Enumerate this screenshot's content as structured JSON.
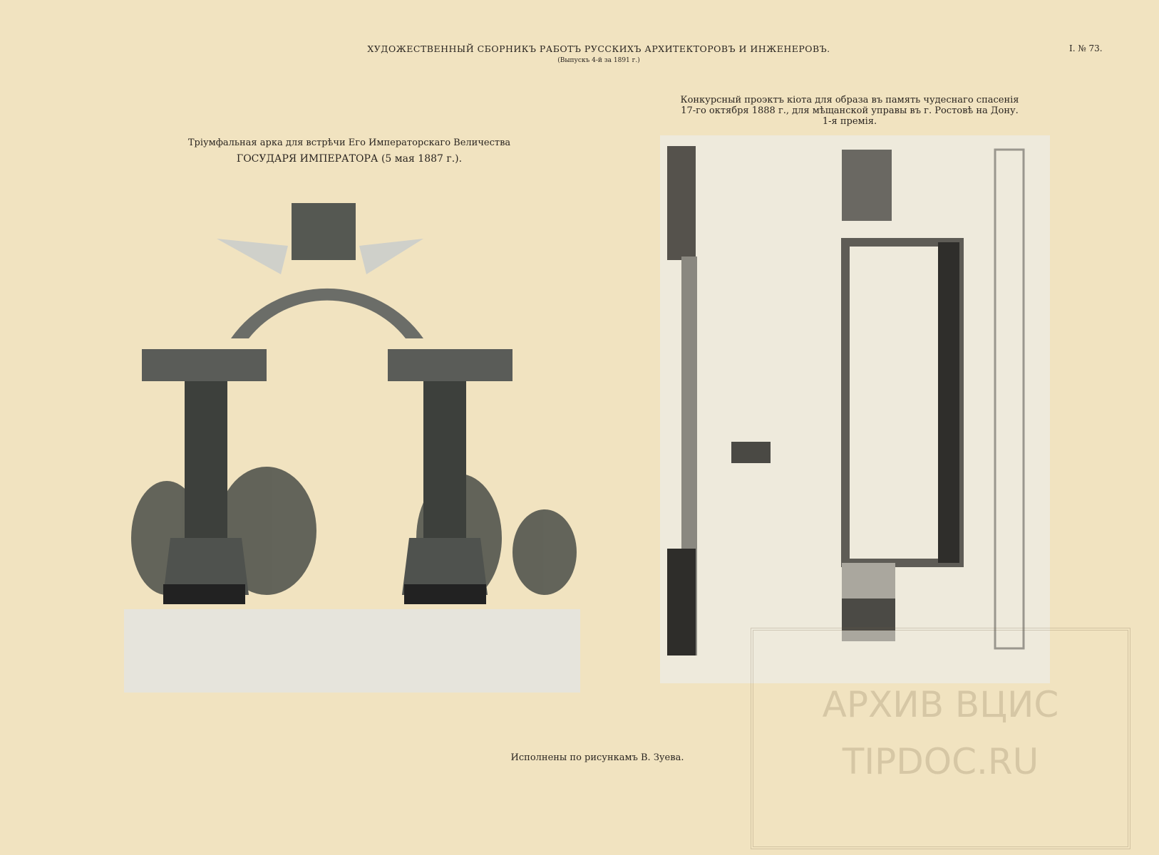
{
  "header": {
    "title": "ХУДОЖЕСТВЕННЫЙ СБОРНИКЪ РАБОТЪ РУССКИХЪ АРХИТЕКТОРОВЪ И ИНЖЕНЕРОВЪ.",
    "subtitle": "(Выпускъ 4-й за 1891 г.)",
    "plate_number": "I. № 73."
  },
  "left_caption": {
    "line1": "Тріумфальная арка для встрѣчи Его Императорскаго Величества",
    "line2": "ГОСУДАРЯ ИМПЕРАТОРА (5 мая 1887 г.)."
  },
  "right_caption": {
    "line1": "Конкурсный проэктъ кіота для образа въ память чудеснаго спасенія",
    "line2": "17-го октября 1888 г., для мѣщанской управы въ г. Ростовѣ на Дону.",
    "line3": "1-я премія."
  },
  "bottom_caption": "Исполнены по рисункамъ В. Зуева.",
  "watermark": {
    "line1": "АРХИВ ВЦИС",
    "line2": "TIPDOC.RU"
  }
}
